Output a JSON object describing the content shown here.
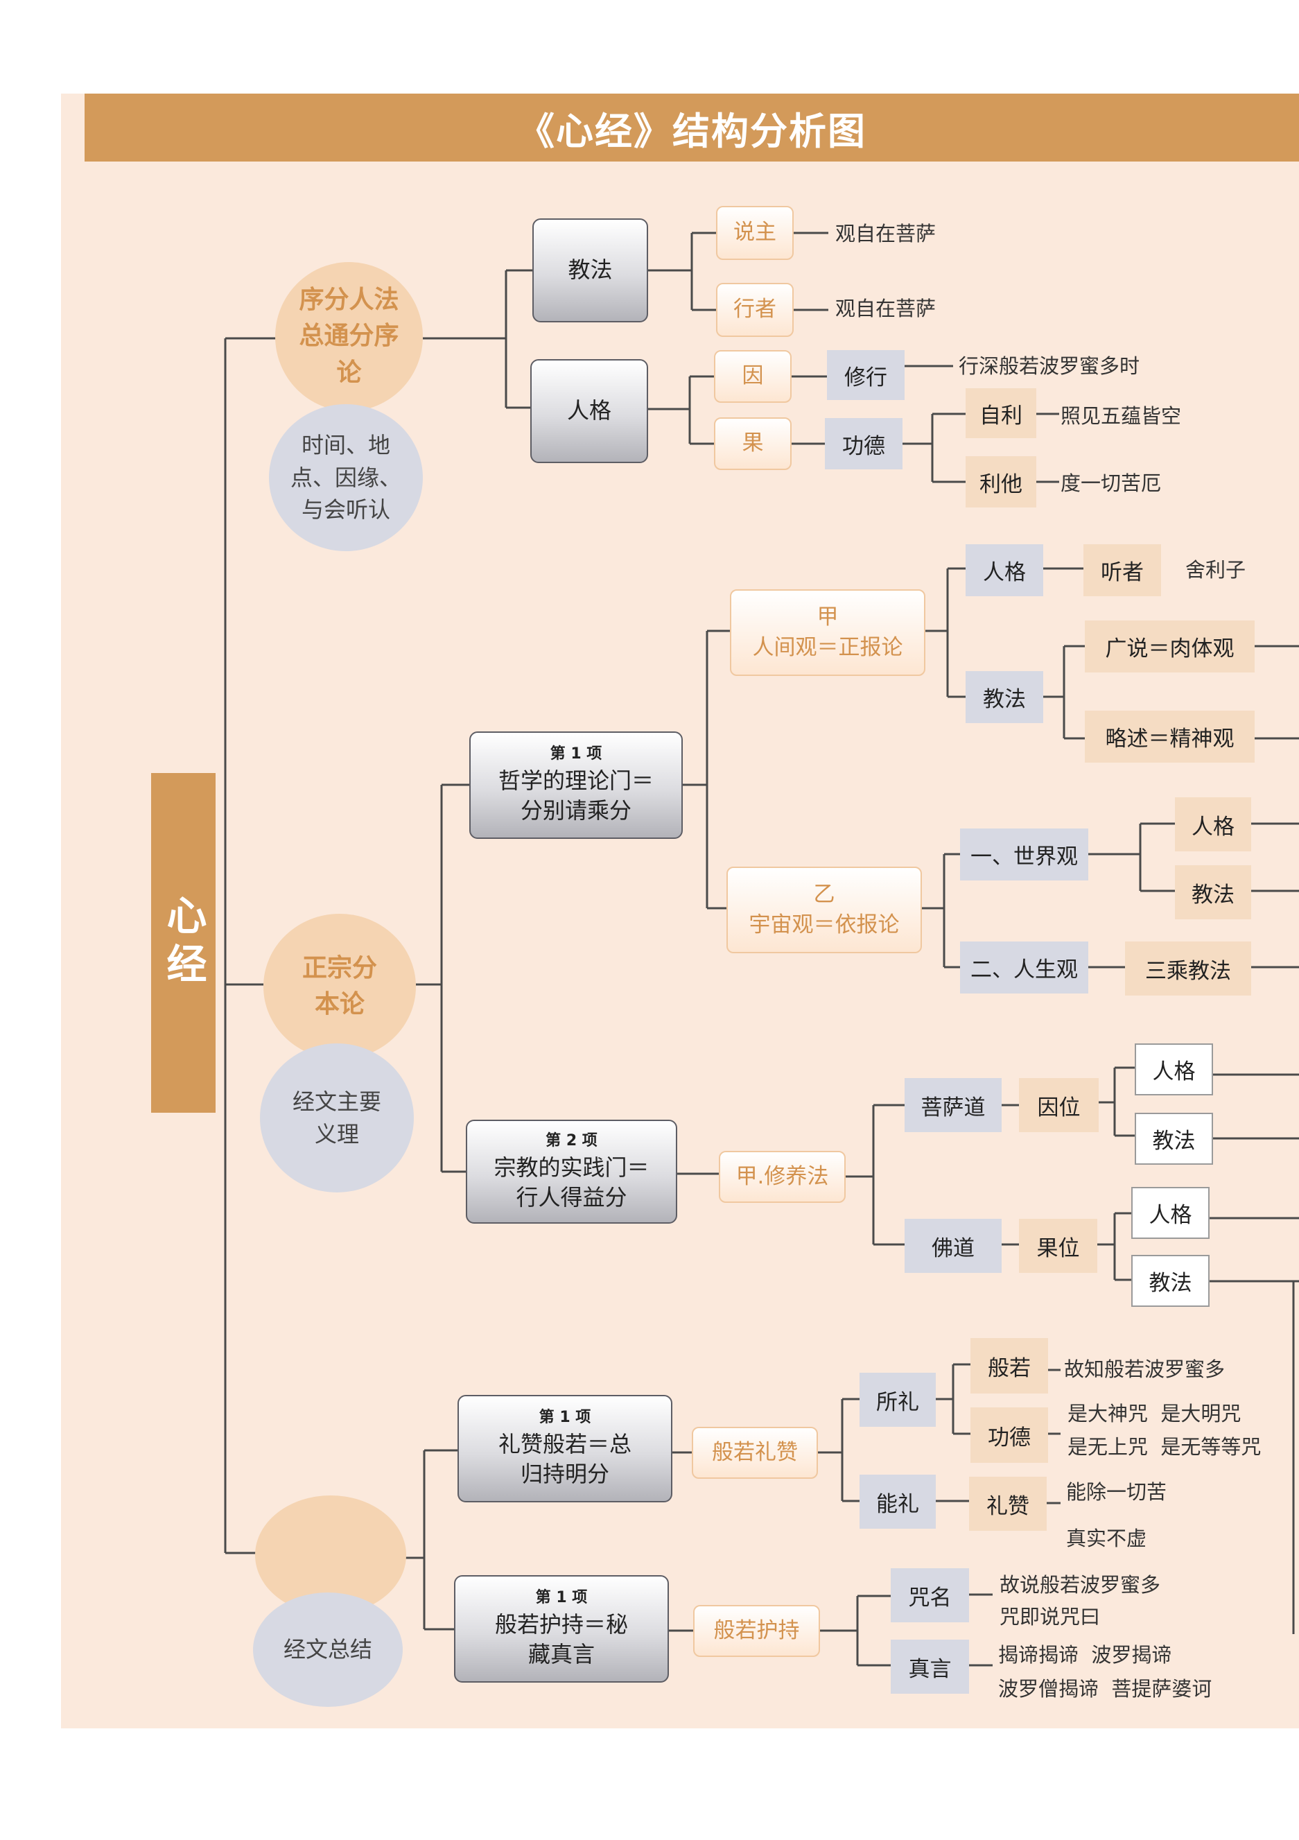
{
  "title": "《心经》结构分析图",
  "root": "心经",
  "sections": {
    "prologue": {
      "label": "序分人法总通分序论",
      "note": "时间、地点、因缘、与会听认"
    },
    "main": {
      "label": "正宗分本论",
      "note": "经文主要义理"
    },
    "conclusion": {
      "label": "",
      "note": "经文总结"
    }
  },
  "prologue_tree": {
    "teaching": "教法",
    "speaker": "说主",
    "speaker_value": "观自在菩萨",
    "practitioner": "行者",
    "practitioner_value": "观自在菩萨",
    "person": "人格",
    "cause": "因",
    "practice": "修行",
    "practice_value": "行深般若波罗蜜多时",
    "effect": "果",
    "merit": "功德",
    "self_benefit": "自利",
    "self_benefit_value": "照见五蕴皆空",
    "other_benefit": "利他",
    "other_benefit_value": "度一切苦厄"
  },
  "theory": {
    "item_no": "第 1 项",
    "label": "哲学的理论门＝分别请乘分",
    "jia_mark": "甲",
    "jia_label": "人间观＝正报论",
    "jia_person": "人格",
    "listener": "听者",
    "listener_value": "舍利子",
    "jia_teaching": "教法",
    "broad": "广说＝肉体观",
    "brief": "略述＝精神观",
    "yi_mark": "乙",
    "yi_label": "宇宙观＝依报论",
    "world_view": "一、世界观",
    "wv_person": "人格",
    "wv_teaching": "教法",
    "life_view": "二、人生观",
    "three_vehicles": "三乘教法"
  },
  "practice": {
    "item_no": "第 2 项",
    "label": "宗教的实践门＝行人得益分",
    "method": "甲.修养法",
    "bodhisattva": "菩萨道",
    "cause_position": "因位",
    "b_person": "人格",
    "b_teaching": "教法",
    "buddha": "佛道",
    "effect_position": "果位",
    "f_person": "人格",
    "f_teaching": "教法"
  },
  "praise": {
    "item_no": "第 1 项",
    "label": "礼赞般若＝总归持明分",
    "praise_node": "般若礼赞",
    "object": "所礼",
    "prajna": "般若",
    "prajna_value": "故知般若波罗蜜多",
    "merit": "功德",
    "merit_value_1": "是大神咒  是大明咒",
    "merit_value_2": "是无上咒  是无等等咒",
    "subject": "能礼",
    "worship": "礼赞",
    "worship_value_1": "能除一切苦",
    "worship_value_2": "真实不虚"
  },
  "mantra": {
    "item_no": "第 1 项",
    "label": "般若护持＝秘藏真言",
    "support_node": "般若护持",
    "name": "咒名",
    "name_value_1": "故说般若波罗蜜多",
    "name_value_2": "咒即说咒曰",
    "true_words": "真言",
    "true_words_value_1": "揭谛揭谛  波罗揭谛",
    "true_words_value_2": "波罗僧揭谛  菩提萨婆诃"
  }
}
